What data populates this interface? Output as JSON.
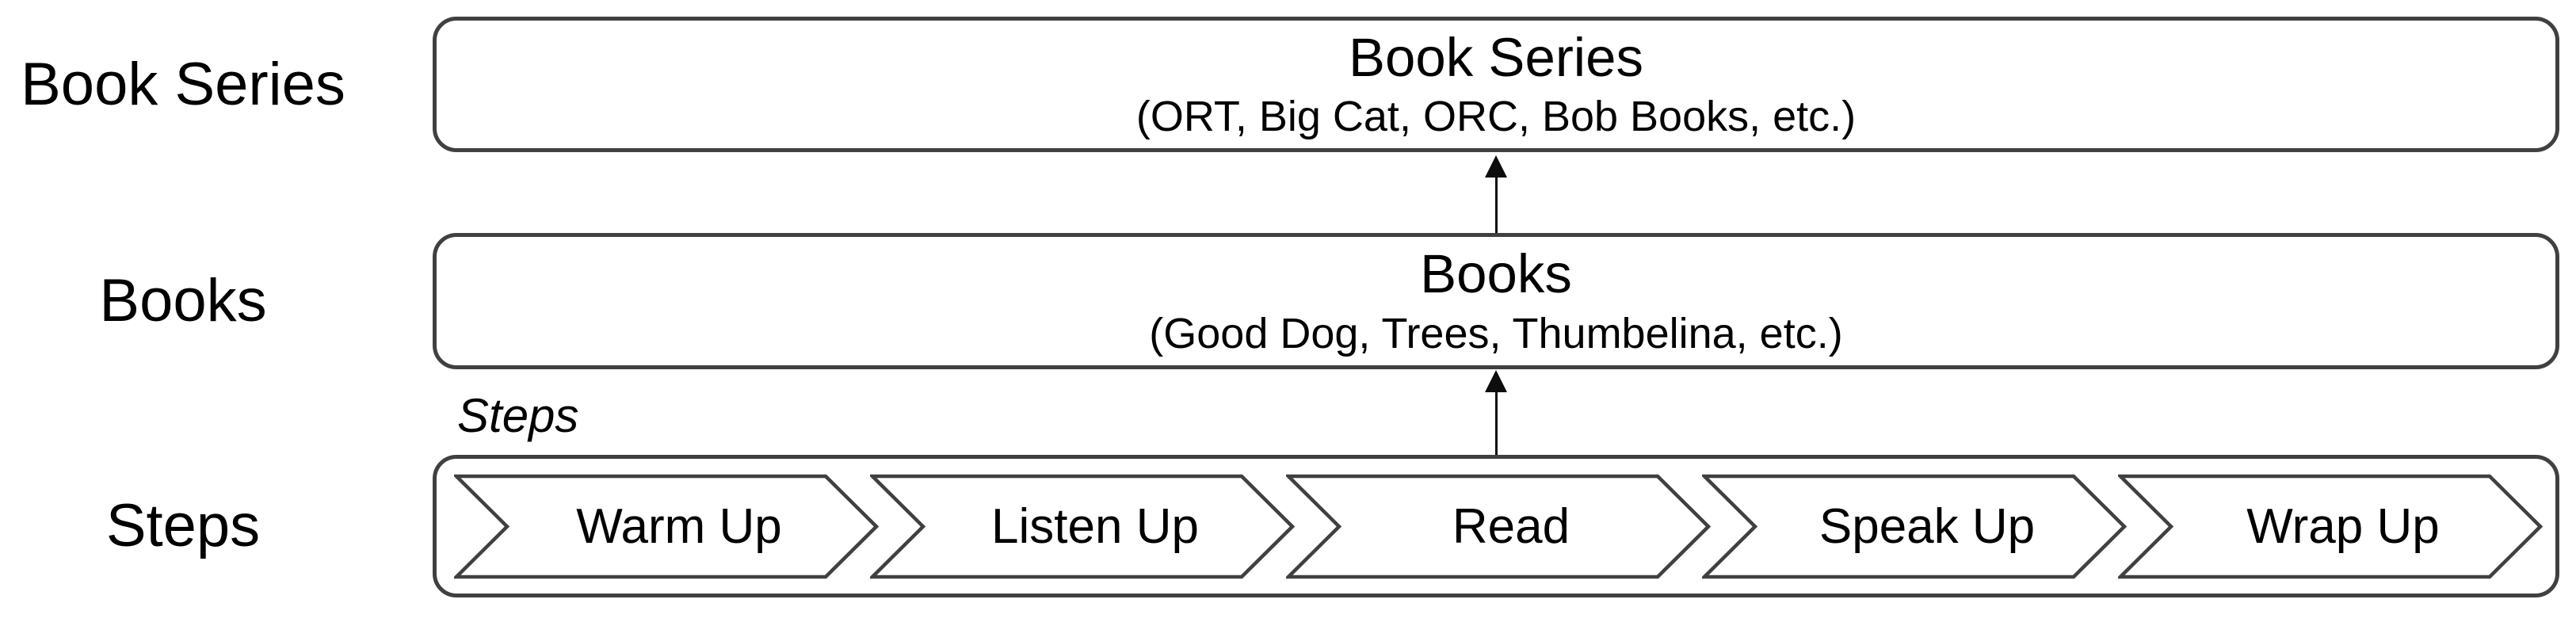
{
  "diagram": {
    "background_color": "#ffffff",
    "border_color": "#404040",
    "text_color": "#000000",
    "arrow_color": "#0d0d0d",
    "row_labels": [
      {
        "label": "Book Series"
      },
      {
        "label": "Books"
      },
      {
        "label": "Steps"
      }
    ],
    "boxes": {
      "book_series": {
        "title": "Book Series",
        "subtitle": "(ORT, Big Cat, ORC, Bob Books, etc.)"
      },
      "books": {
        "title": "Books",
        "subtitle": "(Good Dog, Trees, Thumbelina, etc.)"
      }
    },
    "steps_caption": "Steps",
    "steps": [
      "Warm Up",
      "Listen Up",
      "Read",
      "Speak Up",
      "Wrap Up"
    ]
  }
}
